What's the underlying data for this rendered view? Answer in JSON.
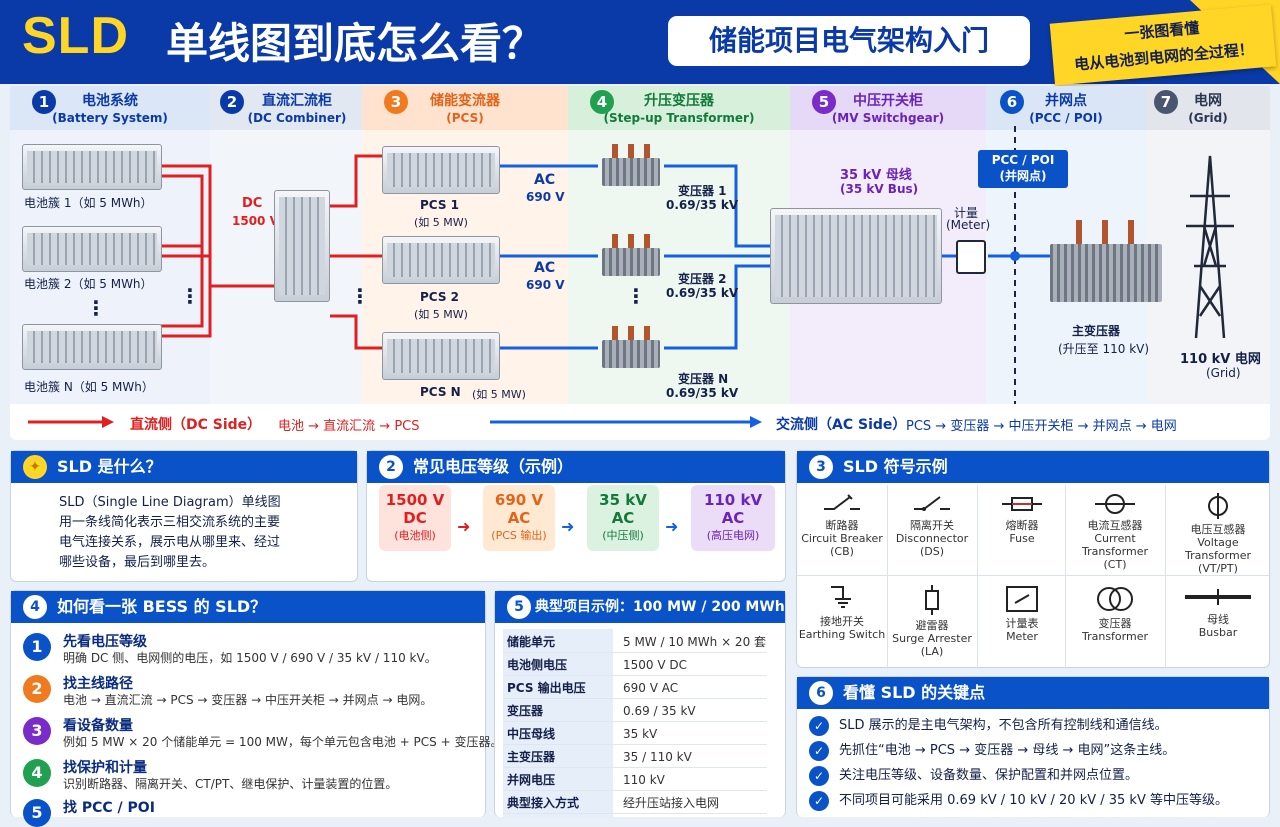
{
  "header": {
    "sld": "SLD",
    "main": "单线图到底怎么看？",
    "subtitle": "储能项目电气架构入门",
    "tag_line1": "一张图看懂",
    "tag_line2": "电从电池到电网的全过程！"
  },
  "columns": [
    {
      "n": "1",
      "zh": "电池系统",
      "en": "(Battery System)"
    },
    {
      "n": "2",
      "zh": "直流汇流柜",
      "en": "(DC Combiner)"
    },
    {
      "n": "3",
      "zh": "储能变流器",
      "en": "(PCS)"
    },
    {
      "n": "4",
      "zh": "升压变压器",
      "en": "(Step-up Transformer)"
    },
    {
      "n": "5",
      "zh": "中压开关柜",
      "en": "(MV Switchgear)"
    },
    {
      "n": "6",
      "zh": "并网点",
      "en": "(PCC / POI)"
    },
    {
      "n": "7",
      "zh": "电网",
      "en": "(Grid)"
    }
  ],
  "diagram": {
    "battery_labels": [
      "电池簇 1（如 5 MWh）",
      "电池簇 2（如 5 MWh）",
      "电池簇 N（如 5 MWh）"
    ],
    "dc_label": "DC",
    "dc_voltage": "1500 V",
    "pcs_labels": [
      {
        "name": "PCS 1",
        "sub": "(如 5 MW)"
      },
      {
        "name": "PCS 2",
        "sub": "(如 5 MW)"
      },
      {
        "name": "PCS N",
        "sub": "(如 5 MW)"
      }
    ],
    "ac_label": "AC",
    "ac_voltage": "690 V",
    "xfmr_labels": [
      {
        "name": "变压器 1",
        "v": "0.69/35 kV"
      },
      {
        "name": "变压器 2",
        "v": "0.69/35 kV"
      },
      {
        "name": "变压器 N",
        "v": "0.69/35 kV"
      }
    ],
    "bus_label": "35 kV 母线",
    "bus_label_en": "(35 kV Bus)",
    "meter": "计量",
    "meter_en": "(Meter)",
    "pcc": "PCC / POI",
    "pcc_zh": "(并网点)",
    "main_xfmr": "主变压器",
    "main_xfmr_sub": "(升压至 110 kV)",
    "grid": "110 kV 电网",
    "grid_en": "(Grid)",
    "dc_side": "直流侧（DC Side）",
    "dc_path": "电池 → 直流汇流 → PCS",
    "ac_side": "交流侧（AC Side）",
    "ac_path": "PCS → 变压器 → 中压开关柜 → 并网点 → 电网",
    "dots": "⋮"
  },
  "card1": {
    "title": "SLD 是什么？",
    "line1": "SLD（Single Line Diagram）单线图",
    "line2": "用一条线简化表示三相交流系统的主要",
    "line3": "电气连接关系，展示电从哪里来、经过",
    "line4": "哪些设备，最后到哪里去。"
  },
  "card2": {
    "n": "2",
    "title": "常见电压等级（示例）",
    "levels": [
      {
        "a": "1500 V",
        "b": "DC",
        "c": "(电池侧)"
      },
      {
        "a": "690 V",
        "b": "AC",
        "c": "(PCS 输出)"
      },
      {
        "a": "35 kV",
        "b": "AC",
        "c": "(中压侧)"
      },
      {
        "a": "110 kV",
        "b": "AC",
        "c": "(高压电网)"
      }
    ]
  },
  "card3": {
    "n": "3",
    "title": "SLD 符号示例",
    "symbols": [
      {
        "zh": "断路器",
        "en": "Circuit Breaker",
        "ab": "(CB)"
      },
      {
        "zh": "隔离开关",
        "en": "Disconnector",
        "ab": "(DS)"
      },
      {
        "zh": "熔断器",
        "en": "Fuse",
        "ab": ""
      },
      {
        "zh": "电流互感器",
        "en": "Current Transformer",
        "ab": "(CT)"
      },
      {
        "zh": "电压互感器",
        "en": "Voltage Transformer",
        "ab": "(VT/PT)"
      },
      {
        "zh": "接地开关",
        "en": "Earthing Switch",
        "ab": ""
      },
      {
        "zh": "避雷器",
        "en": "Surge Arrester",
        "ab": "(LA)"
      },
      {
        "zh": "计量表",
        "en": "Meter",
        "ab": ""
      },
      {
        "zh": "变压器",
        "en": "Transformer",
        "ab": ""
      },
      {
        "zh": "母线",
        "en": "Busbar",
        "ab": ""
      }
    ]
  },
  "card4": {
    "n": "4",
    "title": "如何看一张 BESS 的 SLD？",
    "steps": [
      {
        "n": "1",
        "t": "先看电压等级",
        "d": "明确 DC 侧、电网侧的电压，如 1500 V / 690 V / 35 kV / 110 kV。"
      },
      {
        "n": "2",
        "t": "找主线路径",
        "d": "电池 → 直流汇流 → PCS → 变压器 → 中压开关柜 → 并网点 → 电网。"
      },
      {
        "n": "3",
        "t": "看设备数量",
        "d": "例如 5 MW × 20 个储能单元 = 100 MW，每个单元包含电池 + PCS + 变压器。"
      },
      {
        "n": "4",
        "t": "找保护和计量",
        "d": "识别断路器、隔离开关、CT/PT、继电保护、计量装置的位置。"
      },
      {
        "n": "5",
        "t": "找 PCC / POI",
        "d": ""
      }
    ]
  },
  "card5": {
    "n": "5",
    "title": "典型项目示例：100 MW / 200 MWh",
    "rows": [
      {
        "k": "储能单元",
        "v": "5 MW / 10 MWh × 20 套"
      },
      {
        "k": "电池侧电压",
        "v": "1500 V DC"
      },
      {
        "k": "PCS 输出电压",
        "v": "690 V AC"
      },
      {
        "k": "变压器",
        "v": "0.69 / 35 kV"
      },
      {
        "k": "中压母线",
        "v": "35 kV"
      },
      {
        "k": "主变压器",
        "v": "35 / 110 kV"
      },
      {
        "k": "并网电压",
        "v": "110 kV"
      },
      {
        "k": "典型接入方式",
        "v": "经升压站接入电网"
      }
    ]
  },
  "card6": {
    "n": "6",
    "title": "看懂 SLD 的关键点",
    "points": [
      "SLD 展示的是主电气架构，不包含所有控制线和通信线。",
      "先抓住“电池 → PCS → 变压器 → 母线 → 电网”这条主线。",
      "关注电压等级、设备数量、保护配置和并网点位置。",
      "不同项目可能采用 0.69 kV / 10 kV / 20 kV / 35 kV 等中压等级。"
    ]
  },
  "colors": {
    "blue": "#0a3aa8",
    "yellow": "#ffd526",
    "red": "#e02020",
    "line_blue": "#1560e0",
    "orange": "#f07a20",
    "green": "#20a050",
    "purple": "#7a2cc8"
  },
  "icons": {
    "bulb": "lightbulb-icon",
    "check": "check-icon"
  }
}
